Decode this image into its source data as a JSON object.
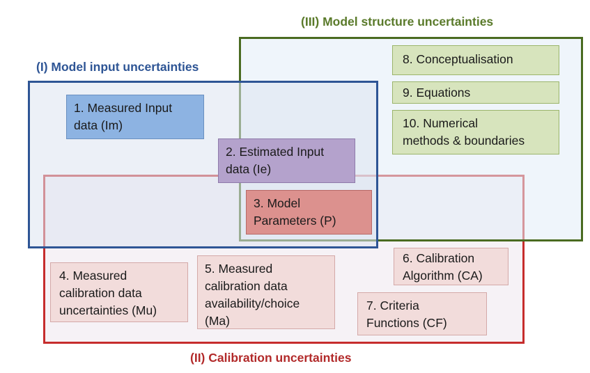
{
  "regions": {
    "input": {
      "title": "(I) Model input uncertainties",
      "color": "#2e5595"
    },
    "structure": {
      "title": "(III) Model structure uncertainties",
      "color": "#4a6b21"
    },
    "calibration": {
      "title": "(II) Calibration uncertainties",
      "color": "#c62d2d"
    }
  },
  "boxes": {
    "measured_input": {
      "lines": [
        "1. Measured Input",
        "data (Im)"
      ],
      "color": "#8db3e2"
    },
    "estimated_input": {
      "lines": [
        "2. Estimated Input",
        "data (Ie)"
      ],
      "color": "#b4a2cc"
    },
    "model_parameters": {
      "lines": [
        "3. Model",
        "Parameters (P)"
      ],
      "color": "#dc918e"
    },
    "measured_calibration_uncertainties": {
      "lines": [
        "4. Measured",
        "calibration data",
        "uncertainties (Mu)"
      ],
      "color": "#f2dcdb"
    },
    "measured_calibration_availability": {
      "lines": [
        "5. Measured",
        "calibration data",
        "availability/choice",
        "(Ma)"
      ],
      "color": "#f2dcdb"
    },
    "calibration_algorithm": {
      "lines": [
        "6. Calibration",
        "Algorithm (CA)"
      ],
      "color": "#f2dcdb"
    },
    "criteria_functions": {
      "lines": [
        "7. Criteria",
        "Functions (CF)"
      ],
      "color": "#f2dcdb"
    },
    "conceptualisation": {
      "lines": [
        "8. Conceptualisation"
      ],
      "color": "#d7e4bd"
    },
    "equations": {
      "lines": [
        "9. Equations"
      ],
      "color": "#d7e4bd"
    },
    "numerical_methods": {
      "lines": [
        "10. Numerical",
        "methods  & boundaries"
      ],
      "color": "#d7e4bd"
    }
  }
}
